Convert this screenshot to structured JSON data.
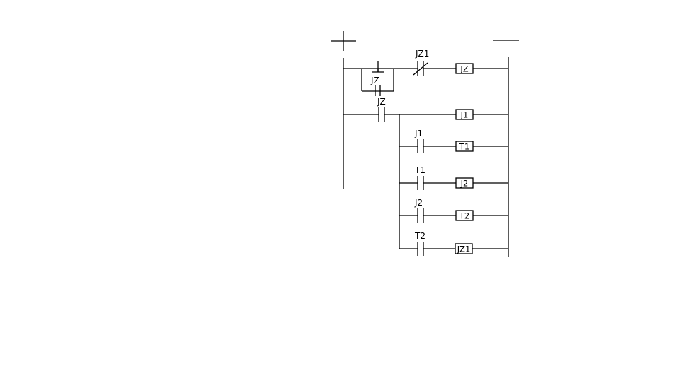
{
  "diagram": {
    "type": "ladder-diagram",
    "rungs": [
      {
        "contact": "JZ1",
        "contact_type": "normally-closed",
        "parallel_contact": "JZ",
        "coil": "JZ"
      },
      {
        "contact": "JZ",
        "contact_type": "normally-open",
        "coil": "J1"
      },
      {
        "contact": "J1",
        "contact_type": "normally-open",
        "coil": "T1"
      },
      {
        "contact": "T1",
        "contact_type": "normally-open",
        "coil": "J2"
      },
      {
        "contact": "J2",
        "contact_type": "normally-open",
        "coil": "T2"
      },
      {
        "contact": "T2",
        "contact_type": "normally-open",
        "coil": "JZ1"
      }
    ]
  }
}
